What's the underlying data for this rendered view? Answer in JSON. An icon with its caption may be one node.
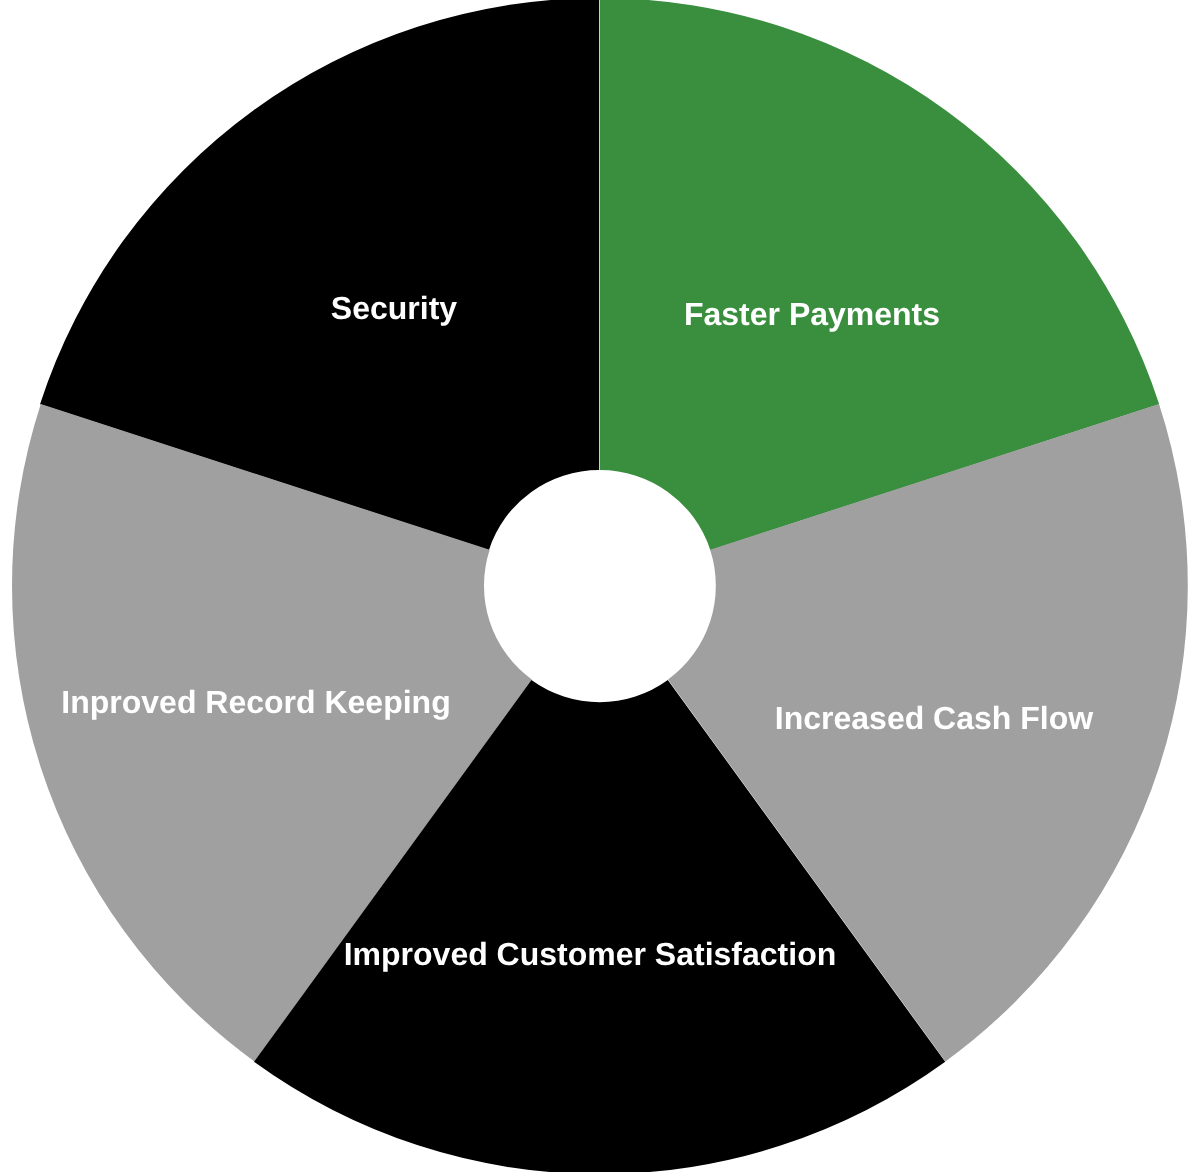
{
  "diagram": {
    "nodes": [
      {
        "text": [
          "Security"
        ]
      },
      {
        "text": [
          "Faster Payments"
        ]
      },
      {
        "text": [
          "Inproved Record Keeping"
        ]
      },
      {
        "text": [
          "Increased Cash Flow"
        ]
      },
      {
        "text": [
          "Improved Customer Satisfaction"
        ]
      }
    ]
  }
}
